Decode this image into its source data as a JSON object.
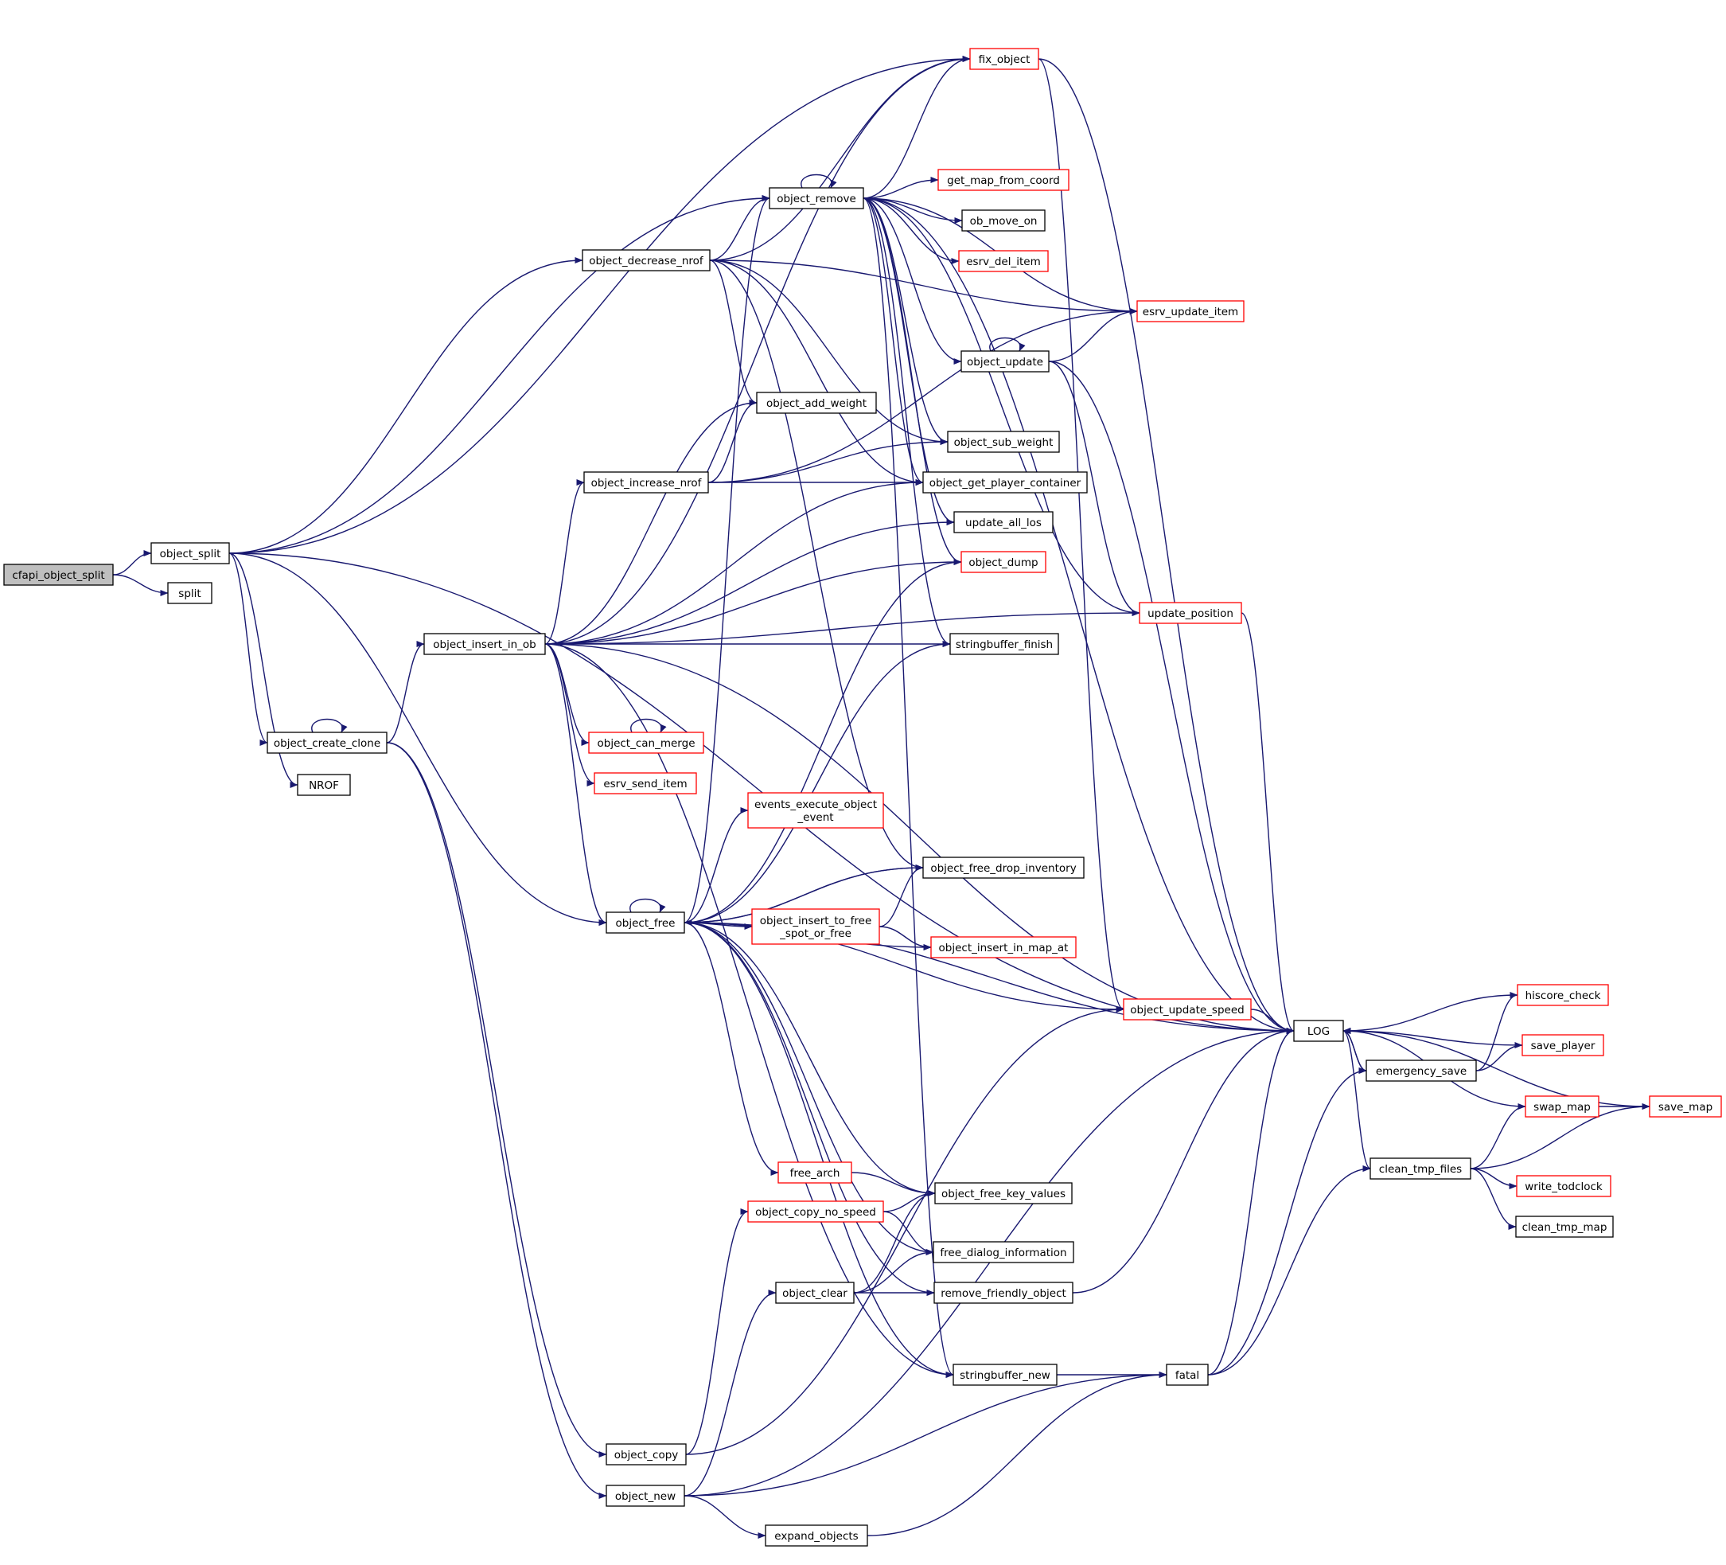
{
  "colors": {
    "edge": "#191970",
    "node_border": "#000000",
    "node_border_truncated": "#ff0000",
    "root_fill": "#bfbfbf",
    "node_fill": "#ffffff",
    "text": "#000000"
  },
  "nodes": [
    {
      "id": "cfapi_object_split",
      "lines": [
        "cfapi_object_split"
      ],
      "kind": "root"
    },
    {
      "id": "object_split",
      "lines": [
        "object_split"
      ],
      "kind": "normal"
    },
    {
      "id": "split",
      "lines": [
        "split"
      ],
      "kind": "normal"
    },
    {
      "id": "fix_object",
      "lines": [
        "fix_object"
      ],
      "kind": "truncated"
    },
    {
      "id": "LOG",
      "lines": [
        "LOG"
      ],
      "kind": "normal"
    },
    {
      "id": "object_remove",
      "lines": [
        "object_remove"
      ],
      "kind": "normal"
    },
    {
      "id": "get_map_from_coord",
      "lines": [
        "get_map_from_coord"
      ],
      "kind": "truncated"
    },
    {
      "id": "ob_move_on",
      "lines": [
        "ob_move_on"
      ],
      "kind": "normal"
    },
    {
      "id": "esrv_del_item",
      "lines": [
        "esrv_del_item"
      ],
      "kind": "truncated"
    },
    {
      "id": "object_decrease_nrof",
      "lines": [
        "object_decrease_nrof"
      ],
      "kind": "normal"
    },
    {
      "id": "esrv_update_item",
      "lines": [
        "esrv_update_item"
      ],
      "kind": "truncated"
    },
    {
      "id": "object_update",
      "lines": [
        "object_update"
      ],
      "kind": "normal"
    },
    {
      "id": "object_add_weight",
      "lines": [
        "object_add_weight"
      ],
      "kind": "normal"
    },
    {
      "id": "object_sub_weight",
      "lines": [
        "object_sub_weight"
      ],
      "kind": "normal"
    },
    {
      "id": "object_increase_nrof",
      "lines": [
        "object_increase_nrof"
      ],
      "kind": "normal"
    },
    {
      "id": "object_get_player_container",
      "lines": [
        "object_get_player_container"
      ],
      "kind": "normal"
    },
    {
      "id": "update_all_los",
      "lines": [
        "update_all_los"
      ],
      "kind": "normal"
    },
    {
      "id": "object_dump",
      "lines": [
        "object_dump"
      ],
      "kind": "truncated"
    },
    {
      "id": "update_position",
      "lines": [
        "update_position"
      ],
      "kind": "truncated"
    },
    {
      "id": "object_insert_in_ob",
      "lines": [
        "object_insert_in_ob"
      ],
      "kind": "normal"
    },
    {
      "id": "stringbuffer_finish",
      "lines": [
        "stringbuffer_finish"
      ],
      "kind": "normal"
    },
    {
      "id": "object_create_clone",
      "lines": [
        "object_create_clone"
      ],
      "kind": "normal"
    },
    {
      "id": "object_can_merge",
      "lines": [
        "object_can_merge"
      ],
      "kind": "truncated"
    },
    {
      "id": "NROF",
      "lines": [
        "NROF"
      ],
      "kind": "normal"
    },
    {
      "id": "esrv_send_item",
      "lines": [
        "esrv_send_item"
      ],
      "kind": "truncated"
    },
    {
      "id": "events_execute_object_event",
      "lines": [
        "events_execute_object",
        "_event"
      ],
      "kind": "truncated"
    },
    {
      "id": "object_free_drop_inventory",
      "lines": [
        "object_free_drop_inventory"
      ],
      "kind": "normal"
    },
    {
      "id": "object_free",
      "lines": [
        "object_free"
      ],
      "kind": "normal"
    },
    {
      "id": "object_insert_to_free_spot_or_free",
      "lines": [
        "object_insert_to_free",
        "_spot_or_free"
      ],
      "kind": "truncated"
    },
    {
      "id": "object_insert_in_map_at",
      "lines": [
        "object_insert_in_map_at"
      ],
      "kind": "truncated"
    },
    {
      "id": "object_update_speed",
      "lines": [
        "object_update_speed"
      ],
      "kind": "truncated"
    },
    {
      "id": "hiscore_check",
      "lines": [
        "hiscore_check"
      ],
      "kind": "truncated"
    },
    {
      "id": "save_player",
      "lines": [
        "save_player"
      ],
      "kind": "truncated"
    },
    {
      "id": "emergency_save",
      "lines": [
        "emergency_save"
      ],
      "kind": "normal"
    },
    {
      "id": "swap_map",
      "lines": [
        "swap_map"
      ],
      "kind": "truncated"
    },
    {
      "id": "save_map",
      "lines": [
        "save_map"
      ],
      "kind": "truncated"
    },
    {
      "id": "clean_tmp_files",
      "lines": [
        "clean_tmp_files"
      ],
      "kind": "normal"
    },
    {
      "id": "write_todclock",
      "lines": [
        "write_todclock"
      ],
      "kind": "truncated"
    },
    {
      "id": "clean_tmp_map",
      "lines": [
        "clean_tmp_map"
      ],
      "kind": "normal"
    },
    {
      "id": "free_arch",
      "lines": [
        "free_arch"
      ],
      "kind": "truncated"
    },
    {
      "id": "object_free_key_values",
      "lines": [
        "object_free_key_values"
      ],
      "kind": "normal"
    },
    {
      "id": "object_copy_no_speed",
      "lines": [
        "object_copy_no_speed"
      ],
      "kind": "truncated"
    },
    {
      "id": "free_dialog_information",
      "lines": [
        "free_dialog_information"
      ],
      "kind": "normal"
    },
    {
      "id": "object_clear",
      "lines": [
        "object_clear"
      ],
      "kind": "normal"
    },
    {
      "id": "remove_friendly_object",
      "lines": [
        "remove_friendly_object"
      ],
      "kind": "normal"
    },
    {
      "id": "stringbuffer_new",
      "lines": [
        "stringbuffer_new"
      ],
      "kind": "normal"
    },
    {
      "id": "fatal",
      "lines": [
        "fatal"
      ],
      "kind": "normal"
    },
    {
      "id": "object_copy",
      "lines": [
        "object_copy"
      ],
      "kind": "normal"
    },
    {
      "id": "object_new",
      "lines": [
        "object_new"
      ],
      "kind": "normal"
    },
    {
      "id": "expand_objects",
      "lines": [
        "expand_objects"
      ],
      "kind": "normal"
    }
  ],
  "edges": [
    [
      "cfapi_object_split",
      "object_split"
    ],
    [
      "cfapi_object_split",
      "split"
    ],
    [
      "object_split",
      "fix_object"
    ],
    [
      "object_split",
      "LOG"
    ],
    [
      "object_split",
      "object_remove"
    ],
    [
      "object_split",
      "object_decrease_nrof"
    ],
    [
      "object_split",
      "object_create_clone"
    ],
    [
      "object_split",
      "NROF"
    ],
    [
      "object_split",
      "object_free"
    ],
    [
      "fix_object",
      "LOG"
    ],
    [
      "fix_object",
      "object_update_speed"
    ],
    [
      "object_remove",
      "object_remove"
    ],
    [
      "object_remove",
      "fix_object"
    ],
    [
      "object_remove",
      "get_map_from_coord"
    ],
    [
      "object_remove",
      "ob_move_on"
    ],
    [
      "object_remove",
      "esrv_del_item"
    ],
    [
      "object_remove",
      "esrv_update_item"
    ],
    [
      "object_remove",
      "object_update"
    ],
    [
      "object_remove",
      "object_sub_weight"
    ],
    [
      "object_remove",
      "object_get_player_container"
    ],
    [
      "object_remove",
      "update_all_los"
    ],
    [
      "object_remove",
      "object_dump"
    ],
    [
      "object_remove",
      "update_position"
    ],
    [
      "object_remove",
      "stringbuffer_finish"
    ],
    [
      "object_remove",
      "stringbuffer_new"
    ],
    [
      "object_remove",
      "LOG"
    ],
    [
      "object_decrease_nrof",
      "object_remove"
    ],
    [
      "object_decrease_nrof",
      "fix_object"
    ],
    [
      "object_decrease_nrof",
      "esrv_update_item"
    ],
    [
      "object_decrease_nrof",
      "object_add_weight"
    ],
    [
      "object_decrease_nrof",
      "object_sub_weight"
    ],
    [
      "object_decrease_nrof",
      "object_get_player_container"
    ],
    [
      "object_decrease_nrof",
      "object_free_drop_inventory"
    ],
    [
      "object_update",
      "object_update"
    ],
    [
      "object_update",
      "esrv_update_item"
    ],
    [
      "object_update",
      "update_position"
    ],
    [
      "object_update",
      "LOG"
    ],
    [
      "object_increase_nrof",
      "object_add_weight"
    ],
    [
      "object_increase_nrof",
      "object_sub_weight"
    ],
    [
      "object_increase_nrof",
      "object_get_player_container"
    ],
    [
      "object_increase_nrof",
      "esrv_update_item"
    ],
    [
      "update_position",
      "LOG"
    ],
    [
      "object_insert_in_ob",
      "fix_object"
    ],
    [
      "object_insert_in_ob",
      "object_add_weight"
    ],
    [
      "object_insert_in_ob",
      "object_increase_nrof"
    ],
    [
      "object_insert_in_ob",
      "object_get_player_container"
    ],
    [
      "object_insert_in_ob",
      "update_all_los"
    ],
    [
      "object_insert_in_ob",
      "object_dump"
    ],
    [
      "object_insert_in_ob",
      "stringbuffer_finish"
    ],
    [
      "object_insert_in_ob",
      "update_position"
    ],
    [
      "object_insert_in_ob",
      "object_can_merge"
    ],
    [
      "object_insert_in_ob",
      "esrv_send_item"
    ],
    [
      "object_insert_in_ob",
      "object_free"
    ],
    [
      "object_insert_in_ob",
      "LOG"
    ],
    [
      "object_insert_in_ob",
      "stringbuffer_new"
    ],
    [
      "object_create_clone",
      "object_create_clone"
    ],
    [
      "object_create_clone",
      "object_insert_in_ob"
    ],
    [
      "object_create_clone",
      "object_copy"
    ],
    [
      "object_create_clone",
      "object_new"
    ],
    [
      "object_can_merge",
      "object_can_merge"
    ],
    [
      "object_free",
      "object_free"
    ],
    [
      "object_free",
      "object_remove"
    ],
    [
      "object_free",
      "object_dump"
    ],
    [
      "object_free",
      "stringbuffer_finish"
    ],
    [
      "object_free",
      "events_execute_object_event"
    ],
    [
      "object_free",
      "object_free_drop_inventory"
    ],
    [
      "object_free",
      "object_insert_to_free_spot_or_free"
    ],
    [
      "object_free",
      "object_insert_in_map_at"
    ],
    [
      "object_free",
      "object_update_speed"
    ],
    [
      "object_free",
      "LOG"
    ],
    [
      "object_free",
      "free_arch"
    ],
    [
      "object_free",
      "object_free_key_values"
    ],
    [
      "object_free",
      "free_dialog_information"
    ],
    [
      "object_free",
      "remove_friendly_object"
    ],
    [
      "object_free",
      "stringbuffer_new"
    ],
    [
      "object_free_drop_inventory",
      "object_free"
    ],
    [
      "object_insert_to_free_spot_or_free",
      "object_free_drop_inventory"
    ],
    [
      "object_insert_to_free_spot_or_free",
      "object_insert_in_map_at"
    ],
    [
      "object_update_speed",
      "LOG"
    ],
    [
      "LOG",
      "emergency_save"
    ],
    [
      "LOG",
      "clean_tmp_files"
    ],
    [
      "hiscore_check",
      "LOG"
    ],
    [
      "save_player",
      "LOG"
    ],
    [
      "emergency_save",
      "LOG"
    ],
    [
      "emergency_save",
      "hiscore_check"
    ],
    [
      "emergency_save",
      "save_player"
    ],
    [
      "swap_map",
      "LOG"
    ],
    [
      "swap_map",
      "save_map"
    ],
    [
      "save_map",
      "LOG"
    ],
    [
      "clean_tmp_files",
      "swap_map"
    ],
    [
      "clean_tmp_files",
      "save_map"
    ],
    [
      "clean_tmp_files",
      "write_todclock"
    ],
    [
      "clean_tmp_files",
      "clean_tmp_map"
    ],
    [
      "free_arch",
      "object_free_key_values"
    ],
    [
      "object_copy_no_speed",
      "object_free_key_values"
    ],
    [
      "object_copy_no_speed",
      "free_dialog_information"
    ],
    [
      "object_clear",
      "object_free_key_values"
    ],
    [
      "object_clear",
      "free_dialog_information"
    ],
    [
      "object_clear",
      "remove_friendly_object"
    ],
    [
      "remove_friendly_object",
      "LOG"
    ],
    [
      "stringbuffer_new",
      "fatal"
    ],
    [
      "fatal",
      "LOG"
    ],
    [
      "fatal",
      "emergency_save"
    ],
    [
      "fatal",
      "clean_tmp_files"
    ],
    [
      "object_copy",
      "object_copy_no_speed"
    ],
    [
      "object_copy",
      "object_update_speed"
    ],
    [
      "object_new",
      "object_clear"
    ],
    [
      "object_new",
      "fatal"
    ],
    [
      "object_new",
      "expand_objects"
    ],
    [
      "object_new",
      "LOG"
    ],
    [
      "expand_objects",
      "fatal"
    ]
  ]
}
